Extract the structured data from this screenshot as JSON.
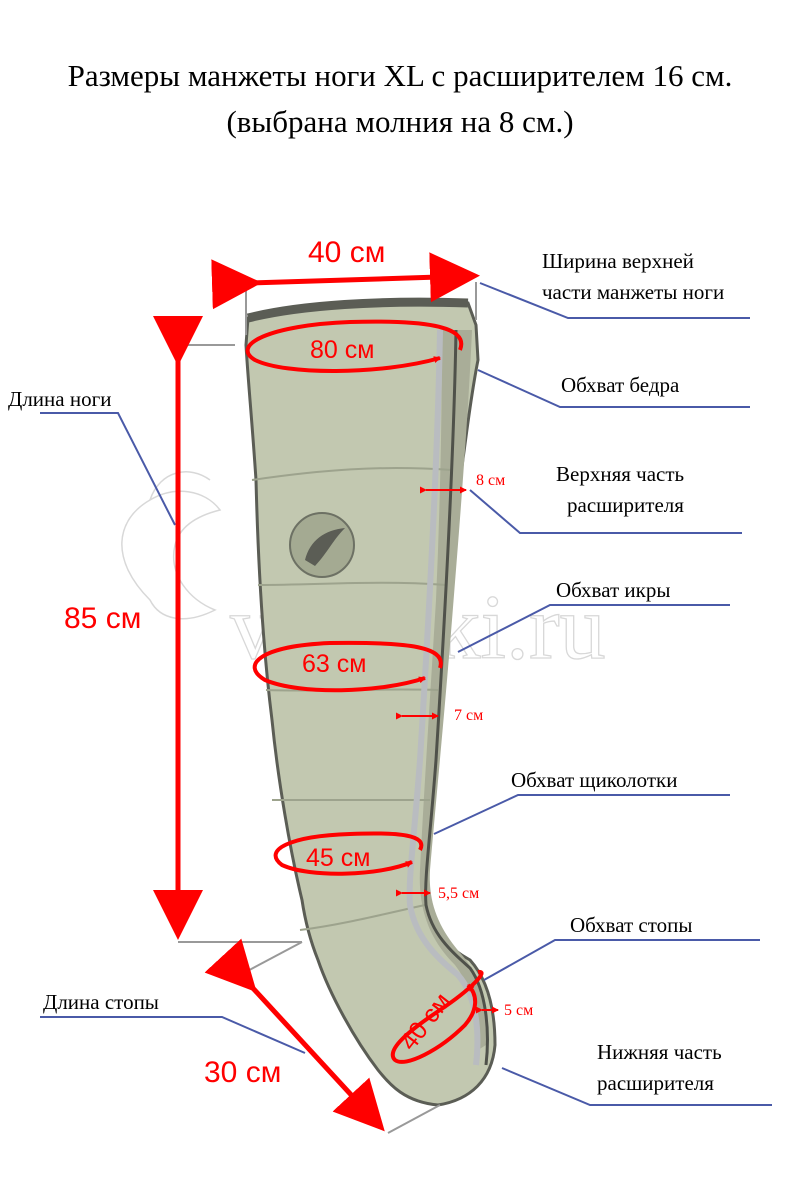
{
  "title": {
    "line1": "Размеры манжеты ноги XL с расширителем 16 см.",
    "line2": "(выбрана молния на 8 см.)"
  },
  "watermark": "vsesoki.ru",
  "measurements": {
    "top_width": "40 см",
    "thigh_circ": "80 см",
    "calf_circ": "63 см",
    "ankle_circ": "45 см",
    "foot_circ": "40 см",
    "leg_length": "85 см",
    "foot_length": "30 см",
    "exp_upper": "8 см",
    "exp_mid": "7 см",
    "exp_ankle": "5,5 см",
    "exp_lower": "5 см"
  },
  "labels": {
    "top_width_line1": "Ширина верхней",
    "top_width_line2": "части манжеты ноги",
    "thigh": "Обхват бедра",
    "expander_upper_line1": "Верхняя часть",
    "expander_upper_line2": "расширителя",
    "calf": "Обхват икры",
    "ankle": "Обхват щиколотки",
    "foot": "Обхват стопы",
    "expander_lower_line1": "Нижняя часть",
    "expander_lower_line2": "расширителя",
    "leg_length": "Длина ноги",
    "foot_length": "Длина стопы"
  },
  "colors": {
    "cuff_fill": "#c2c8b0",
    "cuff_shade": "#9da38d",
    "cuff_border": "#5b5d55",
    "zipper": "#b9bcc0",
    "arrow_red": "#ff0000",
    "leader_blue": "#4a5aa8",
    "guide_gray": "#999999"
  }
}
